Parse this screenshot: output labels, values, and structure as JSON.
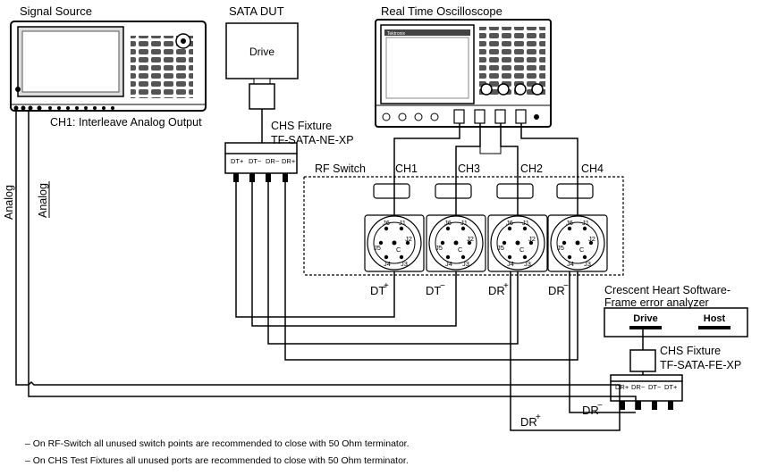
{
  "signal_source": {
    "title": "Signal Source",
    "output_label": "CH1: Interleave Analog Output"
  },
  "sata_dut": {
    "title": "SATA DUT",
    "drive_label": "Drive"
  },
  "near_fixture": {
    "name": "CHS Fixture",
    "model": "TF-SATA-NE-XP",
    "ports": [
      "DT+",
      "DT−",
      "DR−",
      "DR+"
    ]
  },
  "oscilloscope": {
    "title": "Real Time Oscilloscope",
    "brand": "Tektronix"
  },
  "rf_switch": {
    "title": "RF Switch",
    "channels": [
      "CH1",
      "CH3",
      "CH2",
      "CH4"
    ],
    "pins": [
      "J1",
      "J2",
      "J3",
      "J4",
      "J5",
      "J6",
      "C"
    ]
  },
  "signals": {
    "analog": "Analog",
    "analog_bar": "Analog",
    "dt_plus": "DT",
    "dt_minus": "DT",
    "dr_plus": "DR",
    "dr_minus": "DR",
    "bottom_dr_plus": "DR",
    "bottom_dr_minus": "DR"
  },
  "analyzer": {
    "title_line1": "Crescent Heart Software-",
    "title_line2": "Frame error analyzer",
    "drive_label": "Drive",
    "host_label": "Host"
  },
  "far_fixture": {
    "name": "CHS Fixture",
    "model": "TF-SATA-FE-XP",
    "ports": [
      "DR+",
      "DR−",
      "DT−",
      "DT+"
    ]
  },
  "notes": [
    "– On RF-Switch all unused switch points are recommended to close with 50 Ohm terminator.",
    "– On CHS Test Fixtures all unused ports are recommended to close with 50 Ohm terminator."
  ]
}
